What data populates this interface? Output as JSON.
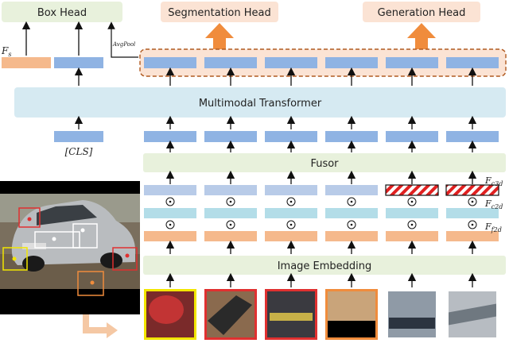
{
  "heads": {
    "box": "Box Head",
    "segmentation": "Segmentation Head",
    "generation": "Generation Head"
  },
  "blocks": {
    "transformer": "Multimodal Transformer",
    "fusor": "Fusor",
    "embedding": "Image Embedding"
  },
  "tokens": {
    "cls": "[CLS]",
    "fs": "F",
    "fs_sub": "s",
    "avgpool": "AvgPool"
  },
  "features": {
    "fc3d": "F",
    "fc3d_sub": "c3d",
    "fc2d": "F",
    "fc2d_sub": "c2d",
    "ff2d": "F",
    "ff2d_sub": "f2d"
  },
  "operator": "⊙",
  "colors": {
    "head_bg": "#e8f1dc",
    "seg_head_bg": "#fbe3d4",
    "transformer_bg": "#d6eaf2",
    "blue_token": "#8fb3e3",
    "light_blue_token": "#b8cbe8",
    "cyan_token": "#b3dde8",
    "orange_token": "#f5b98c",
    "arrow_orange": "#f08c3c",
    "dashed_border": "#b05a20"
  },
  "patch_border_colors": [
    "#f2e600",
    "#e03030",
    "#e03030",
    "#f08c3c",
    "#ffffff",
    "#ffffff"
  ]
}
